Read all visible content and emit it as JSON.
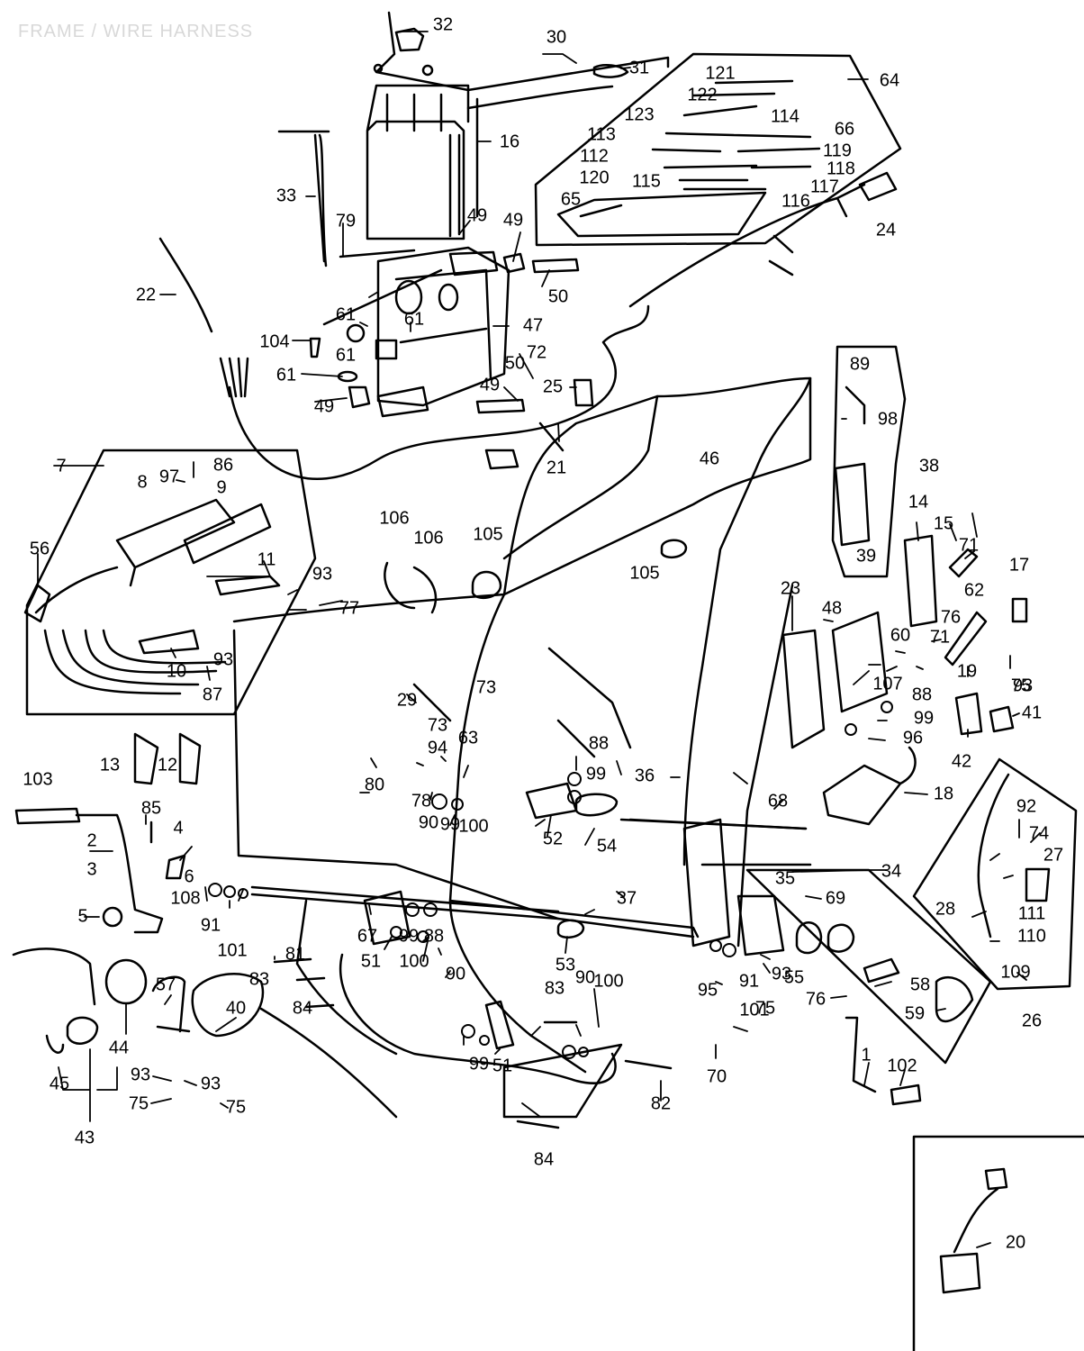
{
  "header": "FRAME / WIRE HARNESS",
  "colors": {
    "ink": "#000000",
    "paper": "#ffffff",
    "header_text": "#d8d8d8"
  },
  "callouts": [
    "1",
    "2",
    "3",
    "4",
    "5",
    "6",
    "7",
    "8",
    "9",
    "10",
    "11",
    "12",
    "13",
    "14",
    "15",
    "16",
    "17",
    "18",
    "19",
    "20",
    "21",
    "22",
    "23",
    "24",
    "25",
    "26",
    "27",
    "28",
    "29",
    "30",
    "31",
    "32",
    "33",
    "34",
    "35",
    "36",
    "37",
    "38",
    "39",
    "40",
    "41",
    "42",
    "43",
    "44",
    "45",
    "46",
    "47",
    "48",
    "49",
    "50",
    "51",
    "52",
    "53",
    "54",
    "55",
    "56",
    "57",
    "58",
    "59",
    "60",
    "61",
    "62",
    "63",
    "64",
    "65",
    "66",
    "67",
    "68",
    "69",
    "70",
    "71",
    "72",
    "73",
    "74",
    "75",
    "76",
    "77",
    "78",
    "79",
    "80",
    "81",
    "82",
    "83",
    "84",
    "85",
    "86",
    "87",
    "88",
    "89",
    "90",
    "91",
    "92",
    "93",
    "94",
    "95",
    "96",
    "97",
    "98",
    "99",
    "100",
    "101",
    "102",
    "103",
    "104",
    "105",
    "106",
    "107",
    "108",
    "109",
    "110",
    "111",
    "112",
    "113",
    "114",
    "115",
    "116",
    "117",
    "118",
    "119",
    "120",
    "121",
    "122",
    "123"
  ]
}
